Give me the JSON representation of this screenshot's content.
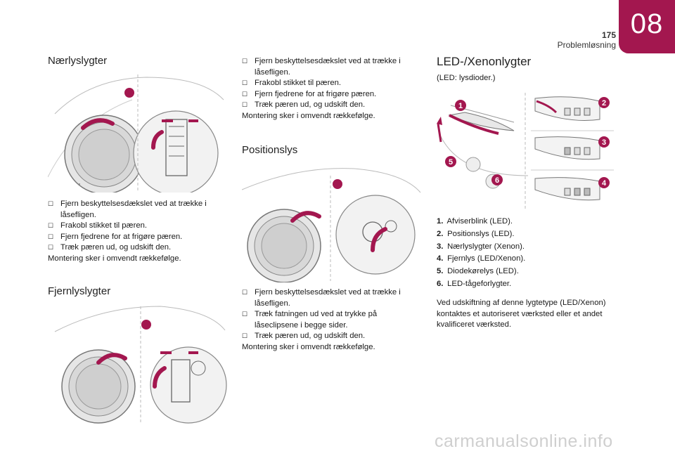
{
  "header": {
    "chapter": "08",
    "page_number": "175",
    "section": "Problemløsning"
  },
  "col1": {
    "title": "Nærlyslygter",
    "steps": [
      "Fjern beskyttelsesdækslet ved at trække i låsefligen.",
      "Frakobl stikket til pæren.",
      "Fjern fjedrene for at frigøre pæren.",
      "Træk pæren ud, og udskift den."
    ],
    "montering": "Montering sker i omvendt rækkefølge.",
    "title2": "Fjernlyslygter"
  },
  "col2": {
    "steps_top": [
      "Fjern beskyttelsesdækslet ved at trække i låsefligen.",
      "Frakobl stikket til pæren.",
      "Fjern fjedrene for at frigøre pæren.",
      "Træk pæren ud, og udskift den."
    ],
    "montering_top": "Montering sker i omvendt rækkefølge.",
    "title": "Positionslys",
    "steps_bottom": [
      "Fjern beskyttelsesdækslet ved at trække i låsefligen.",
      "Træk fatningen ud ved at trykke på låseclipsene i begge sider.",
      "Træk pæren ud, og udskift den."
    ],
    "montering_bottom": "Montering sker i omvendt rækkefølge."
  },
  "col3": {
    "title": "LED-/Xenonlygter",
    "subtitle": "(LED: lysdioder.)",
    "items": [
      {
        "n": "1.",
        "label": "Afviserblink (LED)."
      },
      {
        "n": "2.",
        "label": "Positionslys (LED)."
      },
      {
        "n": "3.",
        "label": "Nærlyslygter (Xenon)."
      },
      {
        "n": "4.",
        "label": "Fjernlys (LED/Xenon)."
      },
      {
        "n": "5.",
        "label": "Diodekørelys (LED)."
      },
      {
        "n": "6.",
        "label": "LED-tågeforlygter."
      }
    ],
    "note": "Ved udskiftning af denne lygtetype (LED/Xenon) kontaktes et autoriseret værksted eller et andet kvalificeret værksted.",
    "callouts": [
      "1",
      "2",
      "3",
      "4",
      "5",
      "6"
    ]
  },
  "watermark": "carmanualsonline.info",
  "bullet_icon": "checkbox-bullet",
  "colors": {
    "accent": "#a3174f",
    "arrow": "#a3174f"
  }
}
